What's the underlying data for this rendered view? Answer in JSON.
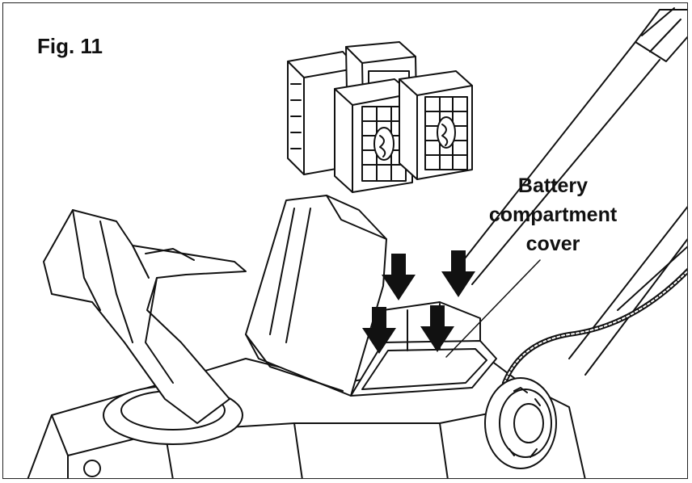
{
  "figure": {
    "label": "Fig. 11",
    "callout": {
      "line1": "Battery",
      "line2": "compartment",
      "line3": "cover"
    }
  },
  "colors": {
    "ink": "#111111",
    "paper": "#ffffff",
    "fill_light": "#f2f2f2",
    "arrow": "#111111"
  },
  "icons": [
    "battery-pack-icon",
    "down-arrow-icon",
    "snow-chute-icon",
    "handle-icon",
    "wheel-icon"
  ]
}
